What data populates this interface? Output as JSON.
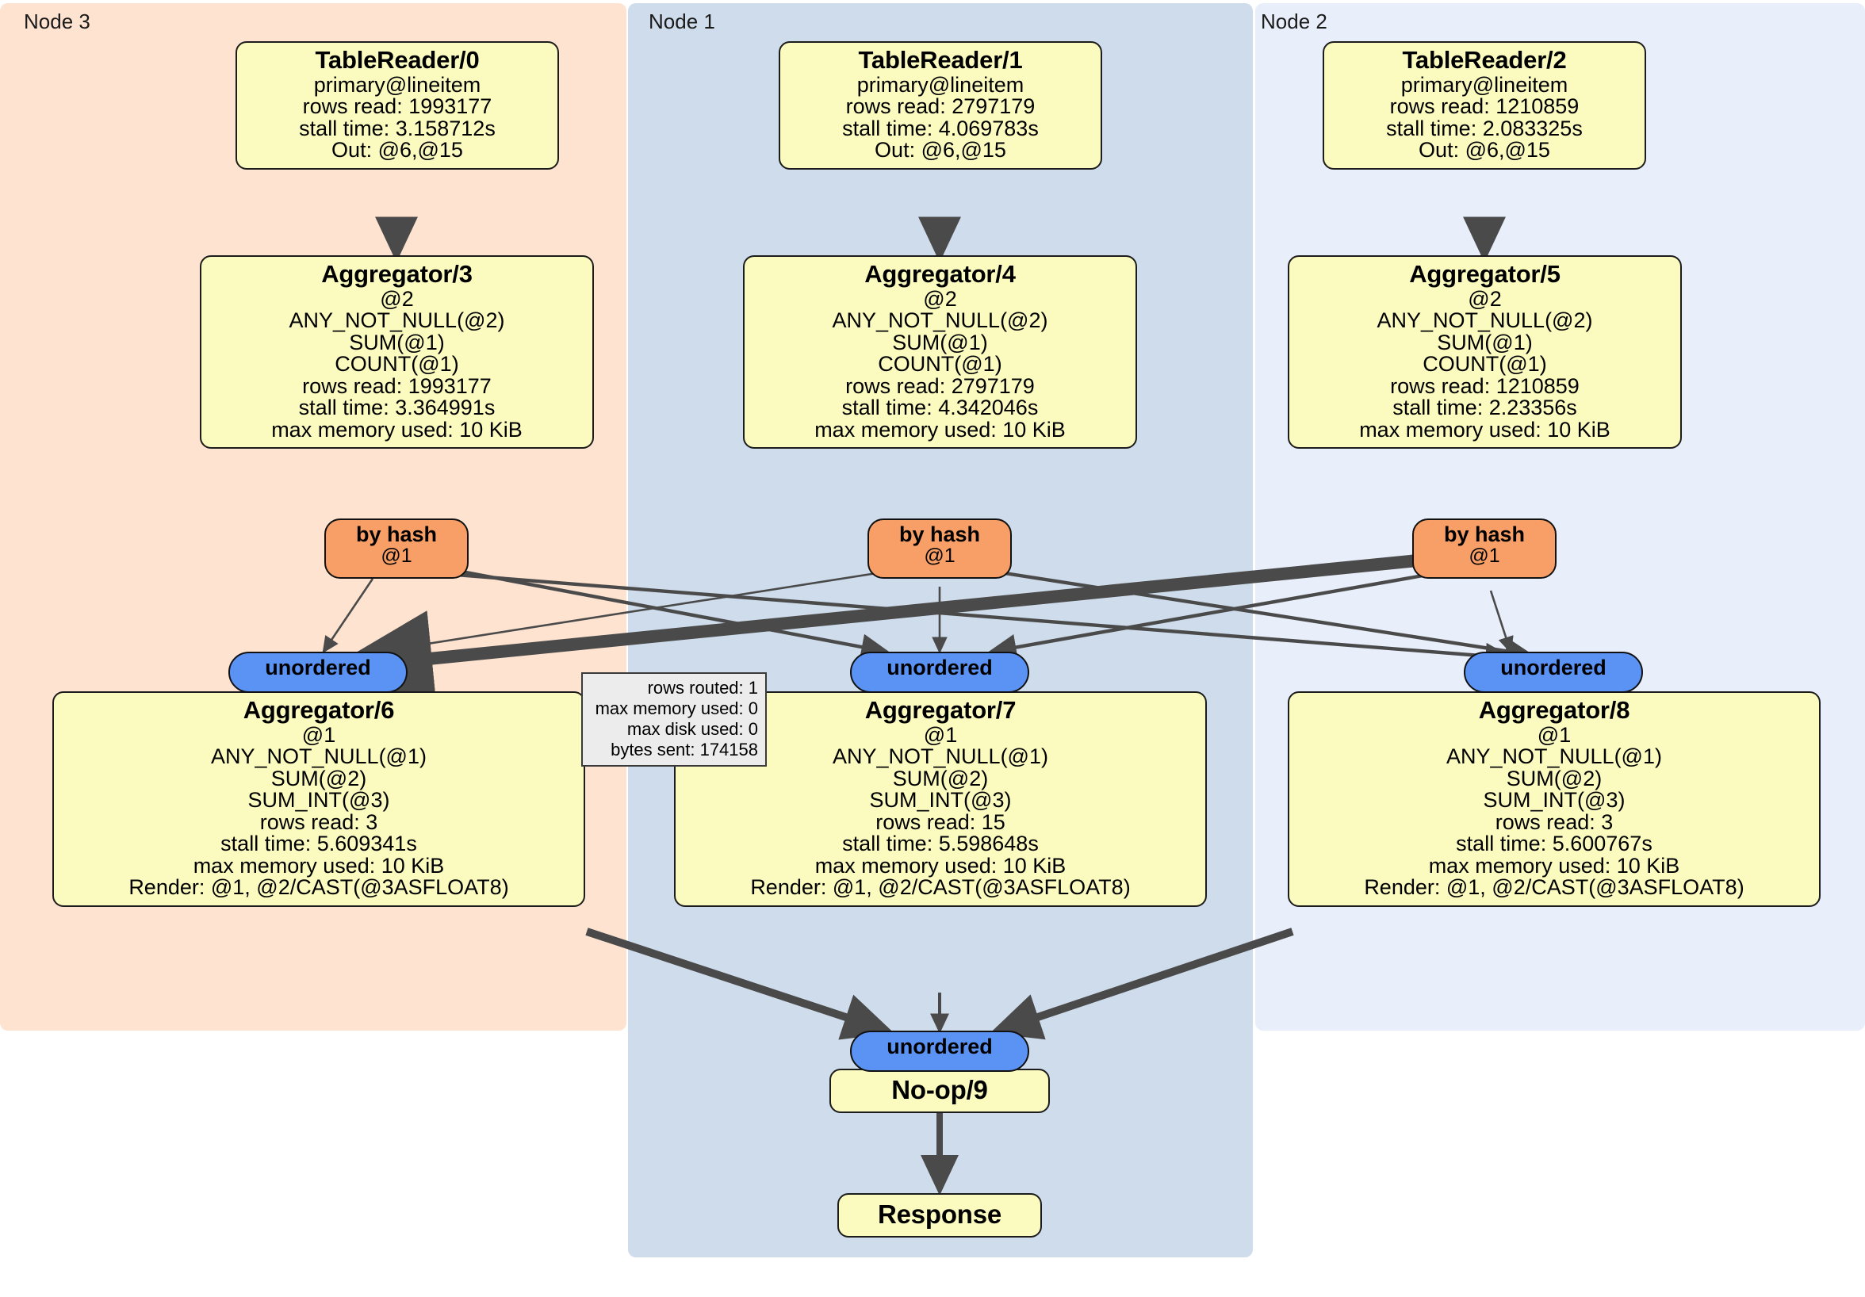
{
  "diagram": {
    "type": "distsql-flow-diagram",
    "title": "Distributed query execution plan",
    "colors": {
      "node3_panel": "#fde3d0",
      "node1_panel": "#cfdceb",
      "node2_panel": "#e8eefa",
      "processor_fill": "#fbfbbf",
      "processor_border": "#1c1c1c",
      "router_fill": "#f79f66",
      "sync_fill": "#5b93f5",
      "stats_fill": "#ececed",
      "edge_color": "#4a4a4a"
    }
  },
  "panels": [
    {
      "id": "node3",
      "label": "Node 3"
    },
    {
      "id": "node1",
      "label": "Node 1"
    },
    {
      "id": "node2",
      "label": "Node 2"
    }
  ],
  "processors": {
    "tablereader0": {
      "title": "TableReader/0",
      "lines": [
        "primary@lineitem",
        "rows read: 1993177",
        "stall time: 3.158712s",
        "Out: @6,@15"
      ]
    },
    "tablereader1": {
      "title": "TableReader/1",
      "lines": [
        "primary@lineitem",
        "rows read: 2797179",
        "stall time: 4.069783s",
        "Out: @6,@15"
      ]
    },
    "tablereader2": {
      "title": "TableReader/2",
      "lines": [
        "primary@lineitem",
        "rows read: 1210859",
        "stall time: 2.083325s",
        "Out: @6,@15"
      ]
    },
    "aggregator3": {
      "title": "Aggregator/3",
      "lines": [
        "@2",
        "ANY_NOT_NULL(@2)",
        "SUM(@1)",
        "COUNT(@1)",
        "rows read: 1993177",
        "stall time: 3.364991s",
        "max memory used: 10 KiB"
      ]
    },
    "aggregator4": {
      "title": "Aggregator/4",
      "lines": [
        "@2",
        "ANY_NOT_NULL(@2)",
        "SUM(@1)",
        "COUNT(@1)",
        "rows read: 2797179",
        "stall time: 4.342046s",
        "max memory used: 10 KiB"
      ]
    },
    "aggregator5": {
      "title": "Aggregator/5",
      "lines": [
        "@2",
        "ANY_NOT_NULL(@2)",
        "SUM(@1)",
        "COUNT(@1)",
        "rows read: 1210859",
        "stall time: 2.23356s",
        "max memory used: 10 KiB"
      ]
    },
    "aggregator6": {
      "title": "Aggregator/6",
      "lines": [
        "@1",
        "ANY_NOT_NULL(@1)",
        "SUM(@2)",
        "SUM_INT(@3)",
        "rows read: 3",
        "stall time: 5.609341s",
        "max memory used: 10 KiB",
        "Render: @1, @2/CAST(@3ASFLOAT8)"
      ]
    },
    "aggregator7": {
      "title": "Aggregator/7",
      "lines": [
        "@1",
        "ANY_NOT_NULL(@1)",
        "SUM(@2)",
        "SUM_INT(@3)",
        "rows read: 15",
        "stall time: 5.598648s",
        "max memory used: 10 KiB",
        "Render: @1, @2/CAST(@3ASFLOAT8)"
      ]
    },
    "aggregator8": {
      "title": "Aggregator/8",
      "lines": [
        "@1",
        "ANY_NOT_NULL(@1)",
        "SUM(@2)",
        "SUM_INT(@3)",
        "rows read: 3",
        "stall time: 5.600767s",
        "max memory used: 10 KiB",
        "Render: @1, @2/CAST(@3ASFLOAT8)"
      ]
    },
    "noop9": {
      "title": "No-op/9",
      "lines": []
    },
    "response": {
      "title": "Response",
      "lines": []
    }
  },
  "routers": [
    {
      "id": "byhash3",
      "line1": "by hash",
      "line2": "@1"
    },
    {
      "id": "byhash4",
      "line1": "by hash",
      "line2": "@1"
    },
    {
      "id": "byhash5",
      "line1": "by hash",
      "line2": "@1"
    }
  ],
  "synchronizers": [
    {
      "id": "unordered6",
      "label": "unordered"
    },
    {
      "id": "unordered7",
      "label": "unordered"
    },
    {
      "id": "unordered8",
      "label": "unordered"
    },
    {
      "id": "unordered9",
      "label": "unordered"
    }
  ],
  "stats_box": {
    "lines": [
      "rows routed: 1",
      "max memory used: 0",
      "max disk used: 0",
      "bytes sent: 174158"
    ]
  }
}
